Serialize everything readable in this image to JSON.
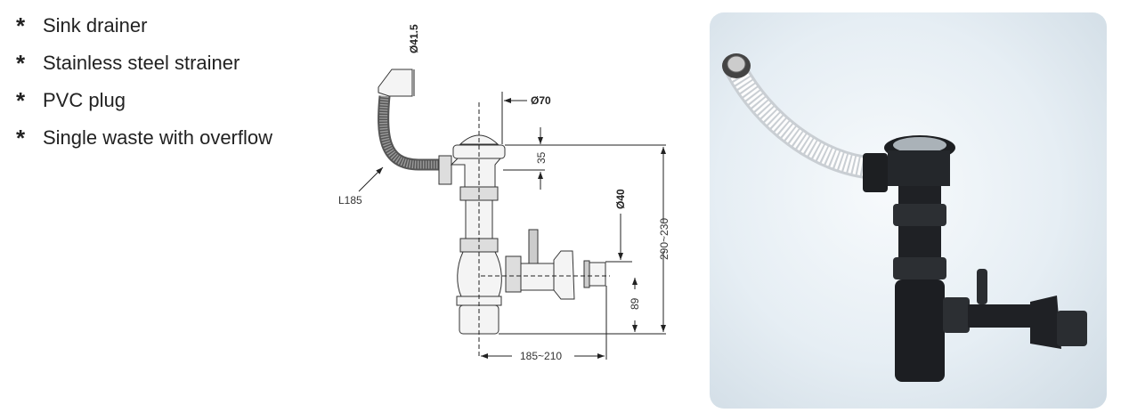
{
  "features": [
    {
      "bullet": "*",
      "label": "Sink drainer"
    },
    {
      "bullet": "*",
      "label": "Stainless steel strainer"
    },
    {
      "bullet": "*",
      "label": "PVC plug"
    },
    {
      "bullet": "*",
      "label": "Single waste with overflow"
    }
  ],
  "drawing": {
    "overflow_diameter": "Ø41.5",
    "strainer_diameter": "Ø70",
    "strainer_height": "35",
    "hose_length": "L185",
    "outlet_diameter": "Ø40",
    "total_height": "290~230",
    "outlet_height": "89",
    "horizontal_reach": "185~210"
  }
}
